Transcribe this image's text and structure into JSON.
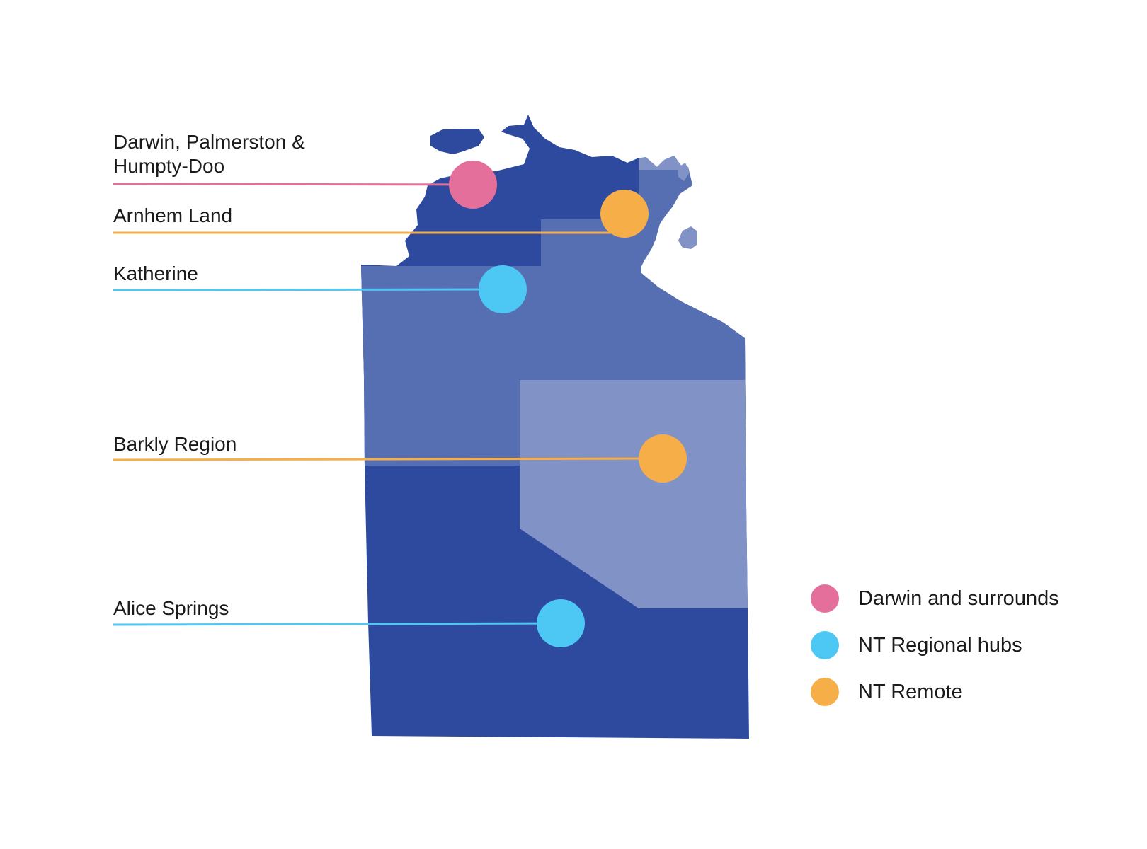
{
  "colors": {
    "darwin_and_surrounds": "#e46f9b",
    "nt_regional_hubs": "#4dc7f4",
    "nt_remote": "#f6af48",
    "region_dark": "#2d4a9e",
    "region_mid": "#566eb2",
    "region_light": "#8092c6"
  },
  "locations": [
    {
      "id": "darwin",
      "label": "Darwin, Palmerston &\nHumpty-Doo",
      "category": "darwin_and_surrounds"
    },
    {
      "id": "arnhem",
      "label": "Arnhem Land",
      "category": "nt_remote"
    },
    {
      "id": "katherine",
      "label": "Katherine",
      "category": "nt_regional_hubs"
    },
    {
      "id": "barkly",
      "label": "Barkly Region",
      "category": "nt_remote"
    },
    {
      "id": "alice",
      "label": "Alice Springs",
      "category": "nt_regional_hubs"
    }
  ],
  "legend": {
    "items": [
      {
        "label": "Darwin and surrounds",
        "color": "#e46f9b"
      },
      {
        "label": "NT Regional hubs",
        "color": "#4dc7f4"
      },
      {
        "label": "NT Remote",
        "color": "#f6af48"
      }
    ]
  }
}
